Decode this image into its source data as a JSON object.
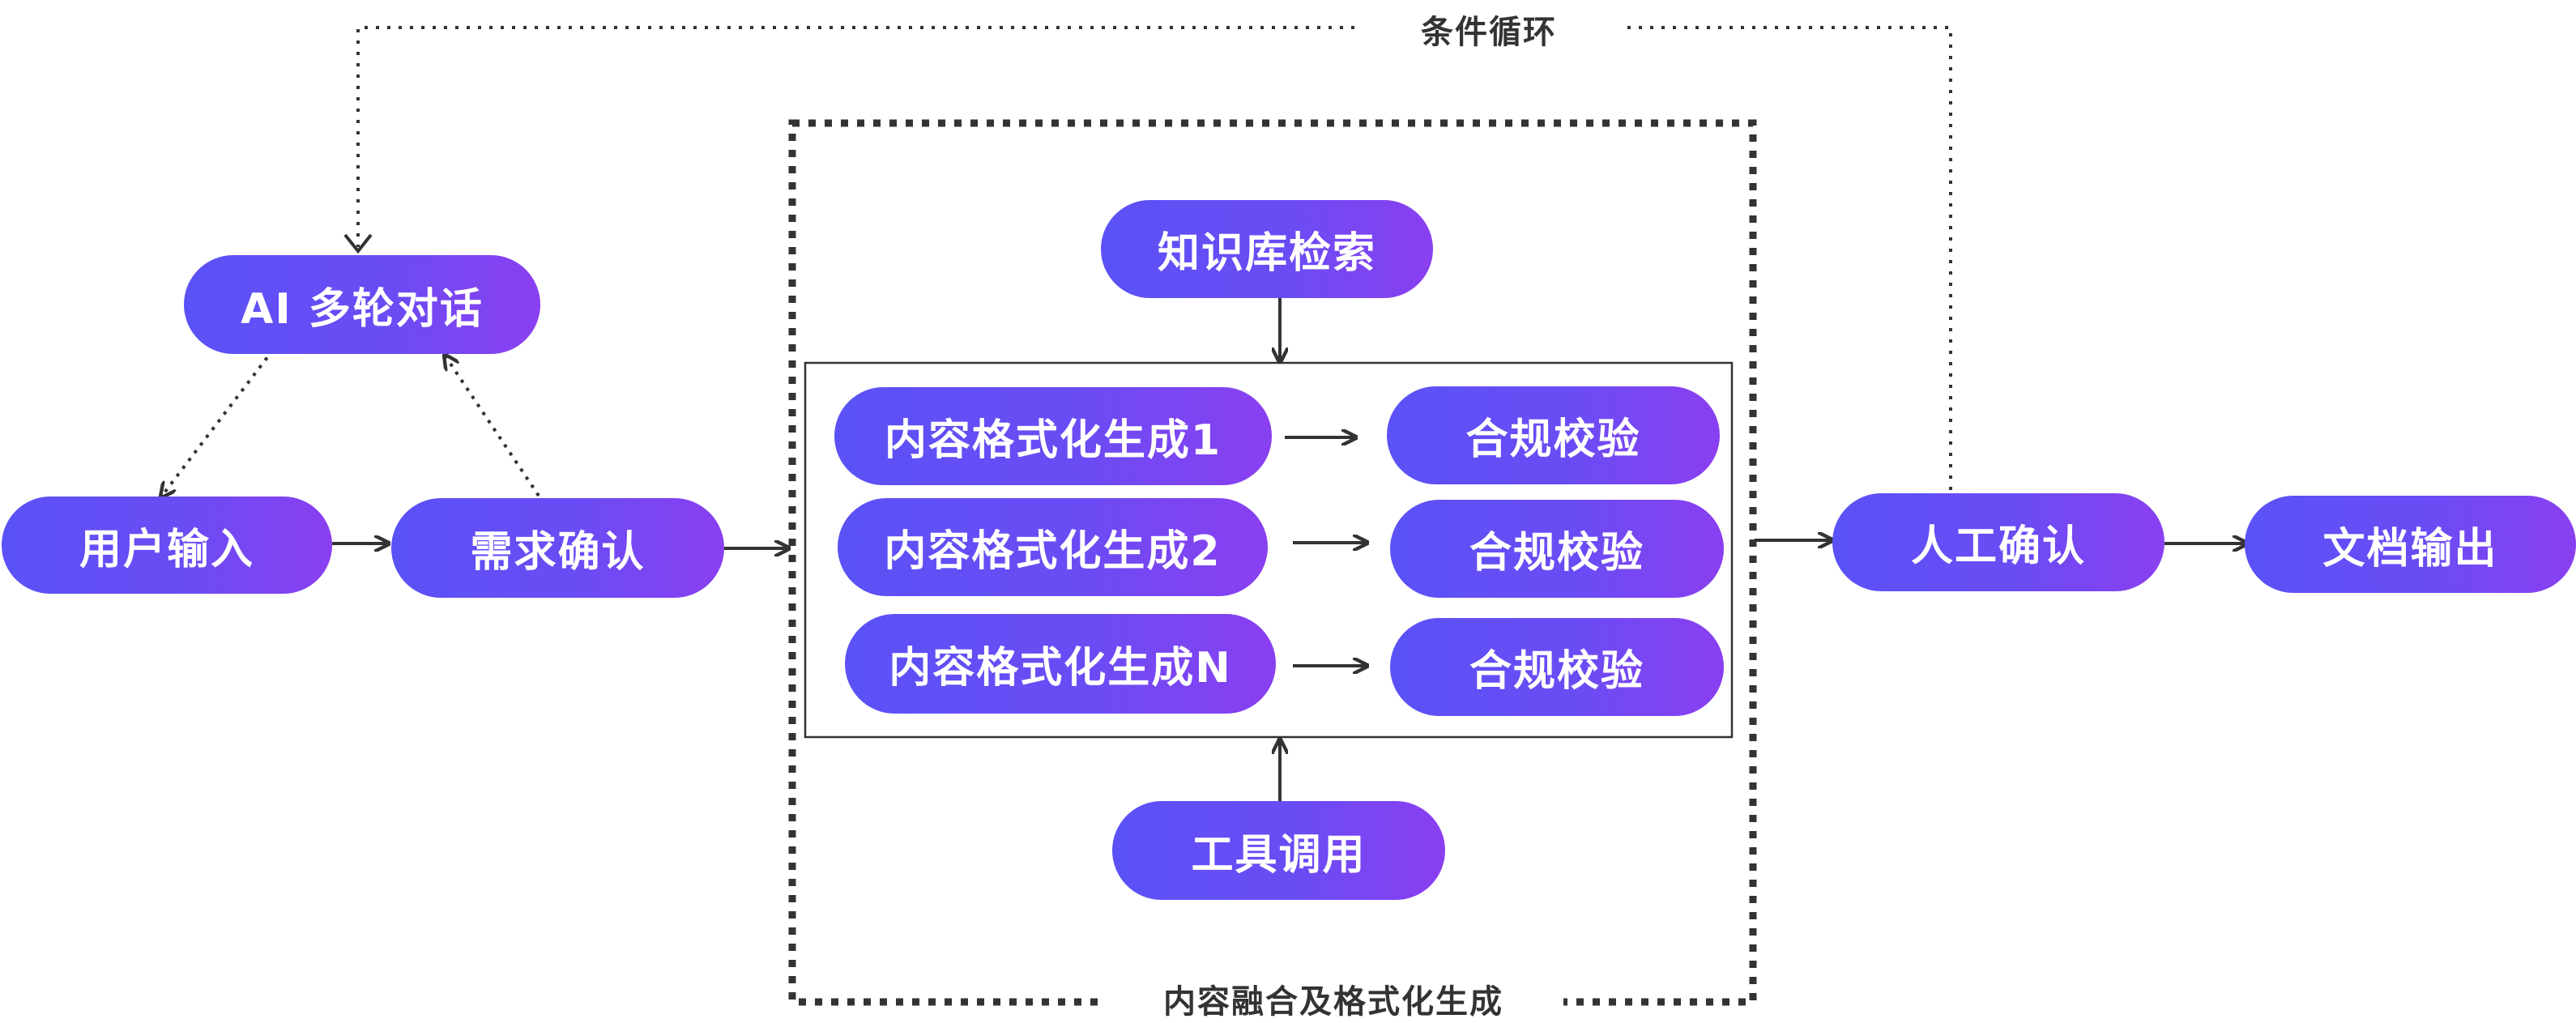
{
  "nodes": {
    "ai_dialogue": "AI 多轮对话",
    "user_input": "用户输入",
    "requirement_confirm": "需求确认",
    "kb_search": "知识库检索",
    "gen_1": "内容格式化生成1",
    "gen_2": "内容格式化生成2",
    "gen_n": "内容格式化生成N",
    "check_1": "合规校验",
    "check_2": "合规校验",
    "check_n": "合规校验",
    "tool_call": "工具调用",
    "human_confirm": "人工确认",
    "doc_output": "文档输出"
  },
  "labels": {
    "loop": "条件循环",
    "fusion_group": "内容融合及格式化生成"
  },
  "colors": {
    "gradient_start": "#5a52f6",
    "gradient_end": "#8a3ff0",
    "arrow": "#333333",
    "dotted": "#333333"
  }
}
